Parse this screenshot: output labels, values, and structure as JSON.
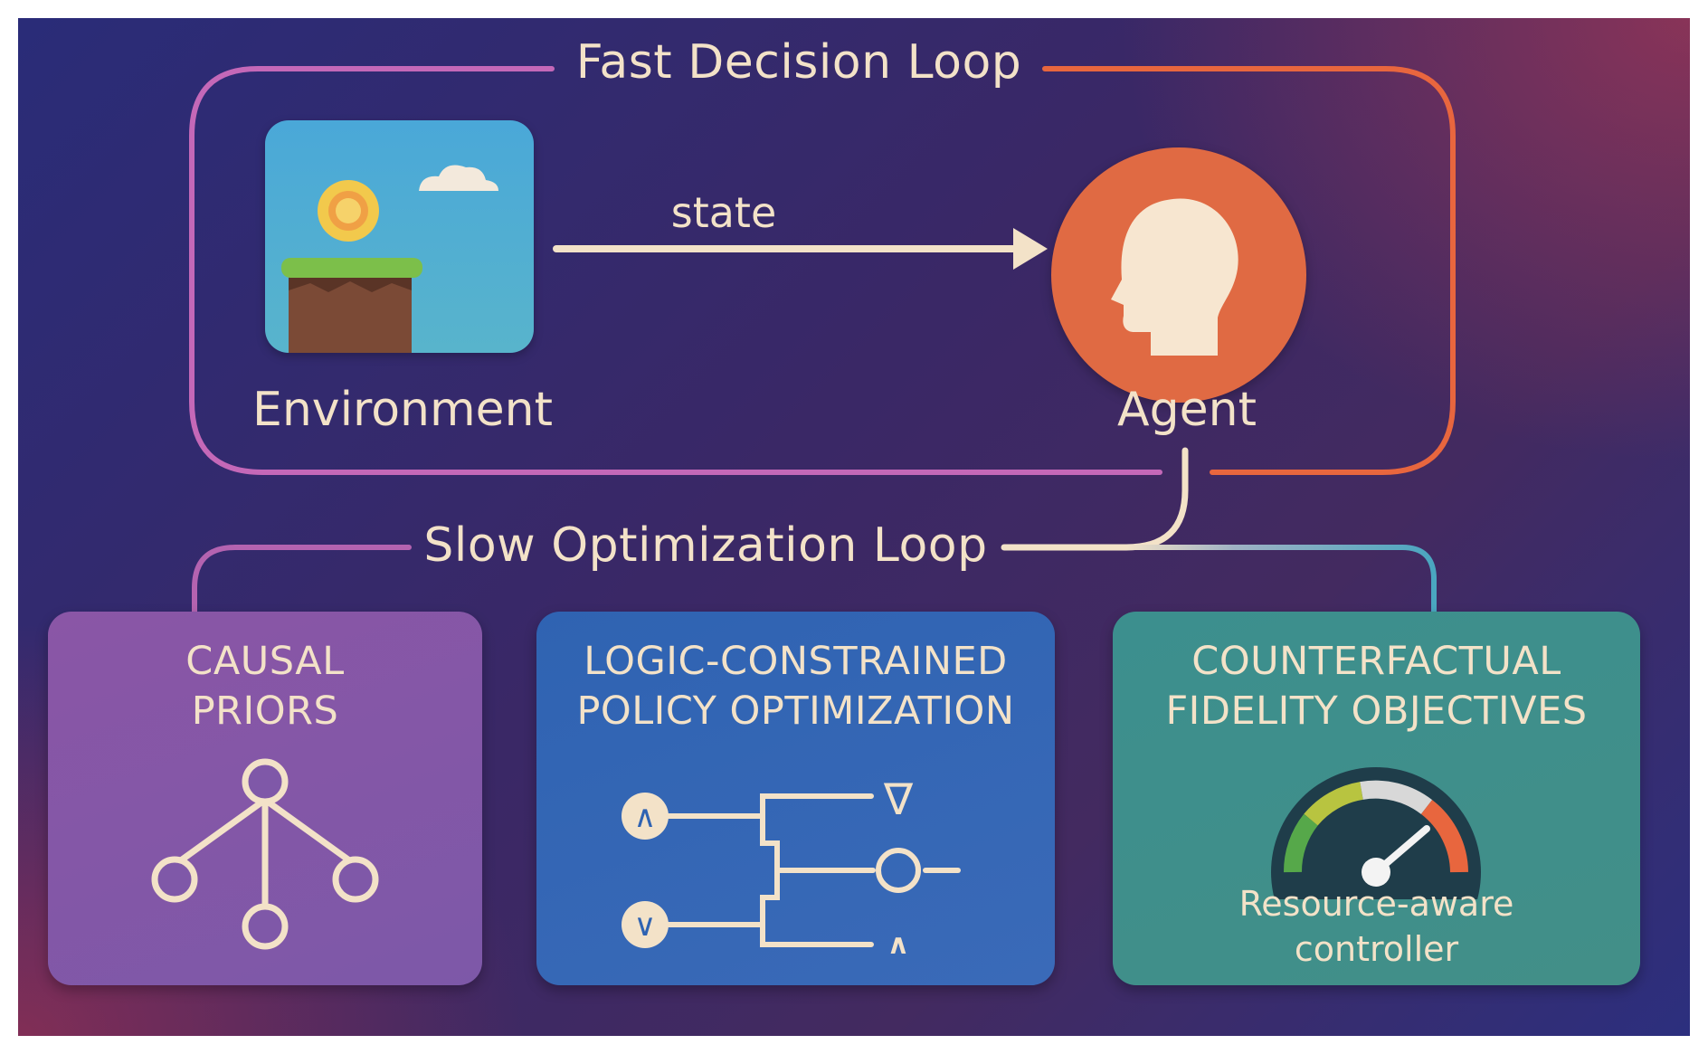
{
  "loops": {
    "fast": "Fast Decision Loop",
    "slow": "Slow Optimization Loop"
  },
  "nodes": {
    "environment": "Environment",
    "agent": "Agent"
  },
  "edge": {
    "label": "state"
  },
  "cards": [
    {
      "title_line1": "CAUSAL",
      "title_line2": "PRIORS",
      "icon": "causal-graph-icon"
    },
    {
      "title_line1": "LOGIC-CONSTRAINED",
      "title_line2": "POLICY OPTIMIZATION",
      "icon": "logic-gate-icon"
    },
    {
      "title_line1": "COUNTERFACTUAL",
      "title_line2": "FIDELITY OBJECTIVES",
      "icon": "gauge-icon",
      "caption_line1": "Resource-aware",
      "caption_line2": "controller"
    }
  ],
  "logic_symbols": {
    "input_and": "∧",
    "input_or": "∨",
    "output_top": "∇",
    "output_bottom": "∧"
  },
  "colors": {
    "cream": "#f3e2c8",
    "loop_left": "#c468b8",
    "loop_right": "#e8663e",
    "loop_teal": "#4aa6c0",
    "agent": "#e06a43",
    "card_causal": "#8a56a6",
    "card_logic": "#2f63b2",
    "card_counterfactual": "#3c8f8e"
  }
}
